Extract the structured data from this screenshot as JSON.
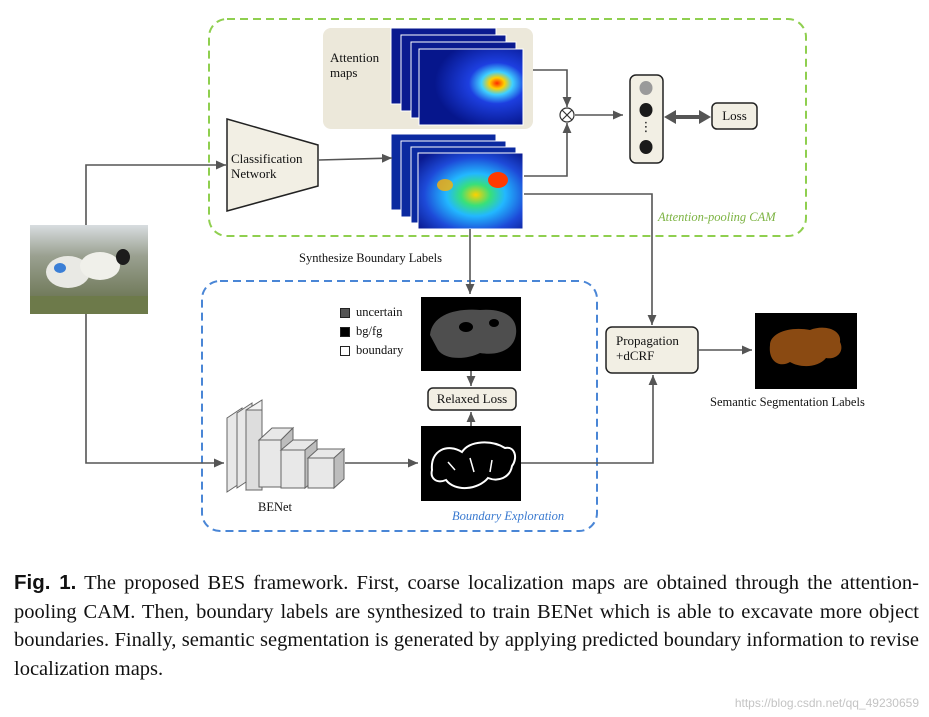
{
  "regions": {
    "attention_pooling": "Attention-pooling CAM",
    "boundary_exploration": "Boundary Exploration"
  },
  "labels": {
    "attention_maps": "Attention maps",
    "classification_network": "Classification Network",
    "loss": "Loss",
    "synthesize_boundary_labels": "Synthesize Boundary Labels",
    "relaxed_loss": "Relaxed Loss",
    "propagation": "Propagation +dCRF",
    "benet": "BENet",
    "semantic_segmentation_labels": "Semantic Segmentation Labels",
    "classifier_dots_ellipsis": "⋮"
  },
  "legend": [
    {
      "label": "uncertain",
      "color": "#555555"
    },
    {
      "label": "bg/fg",
      "color": "#000000"
    },
    {
      "label": "boundary",
      "color": "#ffffff"
    }
  ],
  "caption": {
    "fig_label": "Fig. 1.",
    "text": "The proposed BES framework. First, coarse localization maps are obtained through the attention-pooling CAM. Then, boundary labels are synthesized to train BENet which is able to excavate more object boundaries. Finally, semantic segmentation is generated by applying predicted boundary information to revise localization maps."
  },
  "watermark": "https://blog.csdn.net/qq_49230659",
  "colors": {
    "green_region": "#8fcf4f",
    "blue_region": "#4a86d6",
    "box_fill": "#f2efe4",
    "segmentation_brown": "#8a4a12"
  }
}
